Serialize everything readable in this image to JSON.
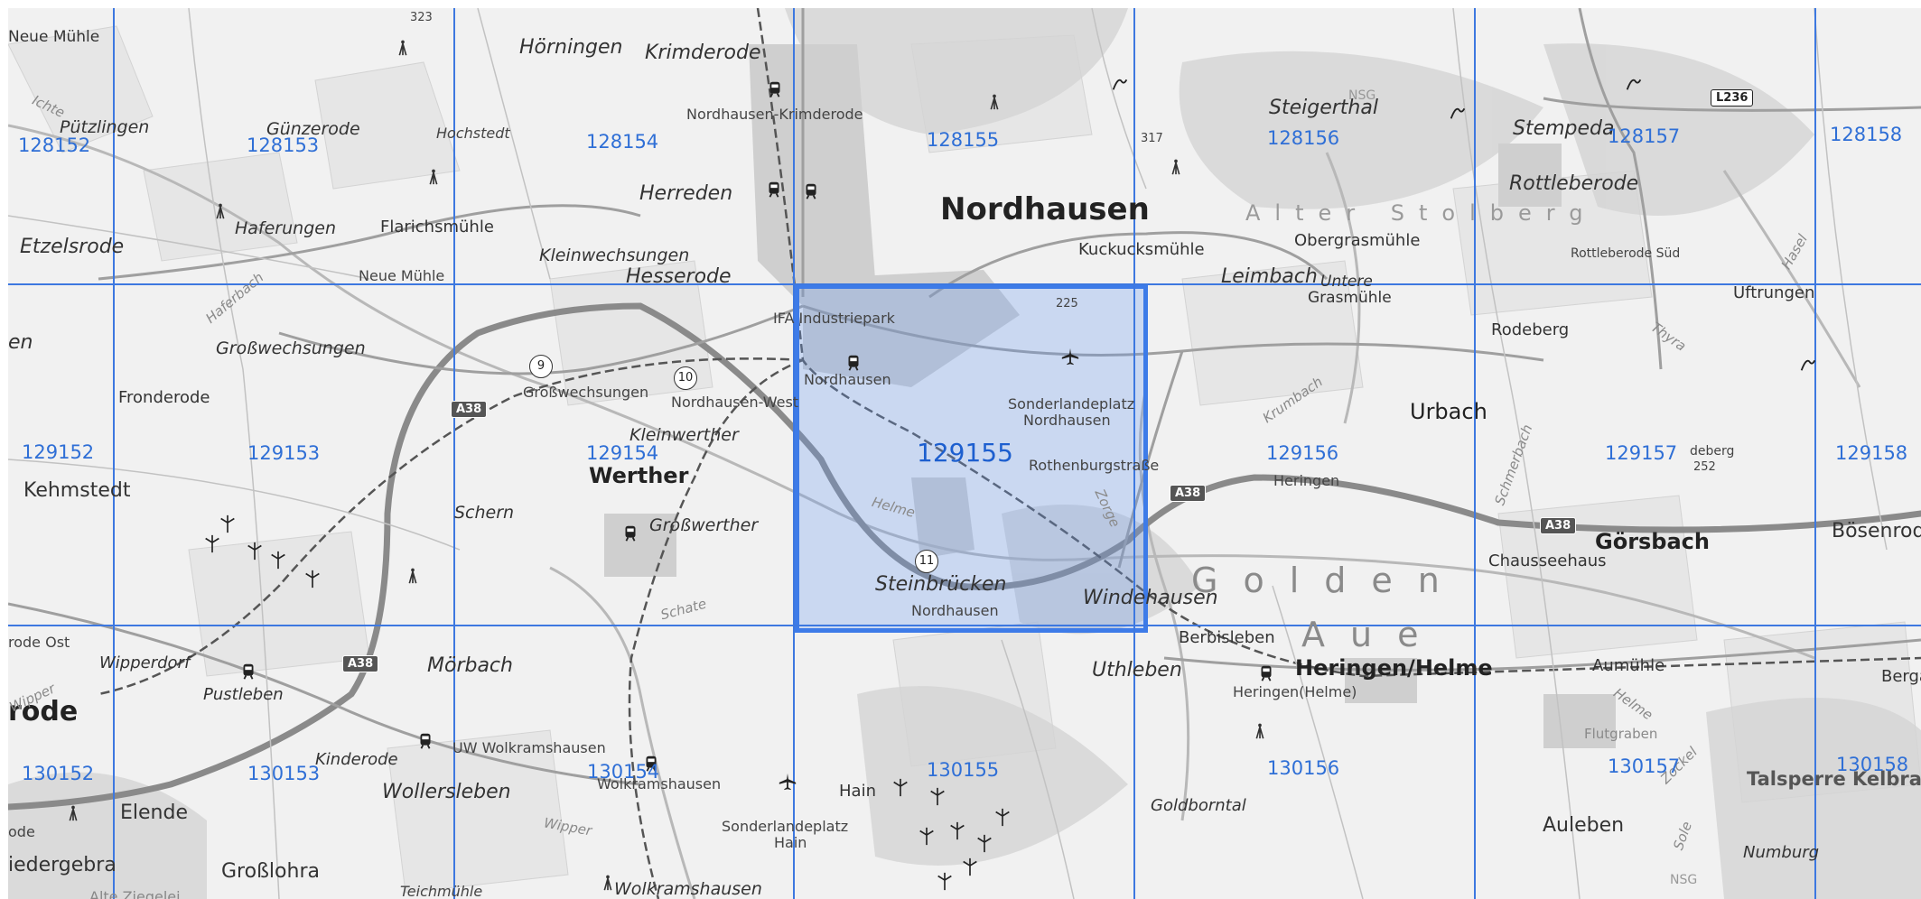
{
  "places": {
    "neue_muehle_nw": "Neue Mühle",
    "puetzlingen": "Pützlingen",
    "guenzerode": "Günzerode",
    "hochstedt": "Hochstedt",
    "hoerningen": "Hörningen",
    "krimderode": "Krimderode",
    "nordhausen_krimderode": "Nordhausen-Krimderode",
    "herreden": "Herreden",
    "nordhausen": "Nordhausen",
    "steigerthal": "Steigerthal",
    "stempeda": "Stempeda",
    "rottleberode": "Rottleberode",
    "obergrasmuehle": "Obergrasmühle",
    "kuckucksmuehle": "Kuckucksmühle",
    "etzelsrode": "Etzelsrode",
    "haferungen": "Haferungen",
    "flarichsmuehle": "Flarichsmühle",
    "kleinwechsungen": "Kleinwechsungen",
    "hesserode": "Hesserode",
    "neue_muehle": "Neue Mühle",
    "leimbach": "Leimbach",
    "untere_grasmuehle_1": "Untere",
    "untere_grasmuehle_2": "Grasmühle",
    "rottleberode_sued": "Rottleberode Süd",
    "uftrungen": "Uftrungen",
    "ifa_industriepark": "IFA Industriepark",
    "grosswechsungen_village": "Großwechsungen",
    "grosswechsungen_junction": "Großwechsungen",
    "nordhausen_west": "Nordhausen-West",
    "nordhausen_station": "Nordhausen",
    "sonderlandeplatz_1": "Sonderlandeplatz",
    "sonderlandeplatz_2": "Nordhausen",
    "rodeberg": "Rodeberg",
    "urbach": "Urbach",
    "fronderode": "Fronderode",
    "kleinwerther": "Kleinwerther",
    "werther": "Werther",
    "rothenburgstrasse": "Rothenburgstraße",
    "heringen_small": "Heringen",
    "kehmstedt": "Kehmstedt",
    "schern": "Schern",
    "grosswerther": "Großwerther",
    "goersbach": "Görsbach",
    "boesenrode": "Bösenrod",
    "chausseehaus": "Chausseehaus",
    "steinbruecken": "Steinbrücken",
    "steinbruecken_nordhausen": "Nordhausen",
    "windehausen": "Windehausen",
    "golden_aue_1": "Golden",
    "golden_aue_2": "Aue",
    "alter_stolberg": "Alter Stolberg",
    "rode_ost": "rode Ost",
    "wipperdorf": "Wipperdorf",
    "moerbach": "Mörbach",
    "berbisleben": "Berbisleben",
    "uthleben": "Uthleben",
    "heringen_helme": "Heringen/Helme",
    "heringen_helme_station": "Heringen(Helme)",
    "aumuehle": "Aumühle",
    "bergal": "Berga",
    "rode": "rode",
    "pustleben": "Pustleben",
    "kinderode": "Kinderode",
    "uw_wolkramshausen": "UW Wolkramshausen",
    "wolkramshausen_small": "Wolkramshausen",
    "wollersleben": "Wollersleben",
    "elende": "Elende",
    "flutgraben": "Flutgraben",
    "talsperre": "Talsperre Kelbra",
    "hain": "Hain",
    "sonderlandeplatz_hain_1": "Sonderlandeplatz",
    "sonderlandeplatz_hain_2": "Hain",
    "goldborntal": "Goldborntal",
    "auleben": "Auleben",
    "numburg": "Numburg",
    "niedergebra": "iedergebra",
    "grosslohra": "Großlohra",
    "teichmuehle": "Teichmühle",
    "wolkramshausen": "Wolkramshausen",
    "alte_ziegelei": "Alte Ziegelei",
    "ode": "ode",
    "en_edge": "en"
  },
  "water_labels": {
    "ichte": "Ichte",
    "helme": "Helme",
    "zorge": "Zorge",
    "schate": "Schate",
    "krumbach": "Krumbach",
    "schmerbach": "Schmerbach",
    "thyra": "Thyra",
    "hasel": "Hasel",
    "wipper": "Wipper",
    "wipper2": "Wipper",
    "helme2": "Helme",
    "haferbach": "Haferbach",
    "zockel": "Zockel",
    "sole": "Sole"
  },
  "elevations": {
    "e323": "323",
    "e225": "225",
    "e317": "317",
    "e252": "252",
    "nsg1": "NSG",
    "nsg2": "NSG",
    "deberg": "deberg"
  },
  "roads": {
    "a38_1": "A38",
    "a38_2": "A38",
    "a38_3": "A38",
    "a38_4": "A38",
    "l236": "L236",
    "r9": "9",
    "r10": "10",
    "r11": "11"
  },
  "tiles": {
    "rows": [
      [
        "128152",
        "128153",
        "128154",
        "128155",
        "128156",
        "128157",
        "128158"
      ],
      [
        "129152",
        "129153",
        "129154",
        "129155",
        "129156",
        "129157",
        "129158"
      ],
      [
        "130152",
        "130153",
        "130154",
        "130155",
        "130156",
        "130157",
        "130158"
      ]
    ],
    "selected": "129155"
  },
  "colors": {
    "grid": "#3d78e0",
    "selection_fill": "#6496f0",
    "tile_label": "#2f6fd6"
  },
  "icons": {
    "airport": "airplane-icon",
    "railway_station": "train-icon",
    "wind_turbine": "wind-turbine-icon",
    "radio_tower": "antenna-icon",
    "viewpoint": "viewpoint-icon"
  }
}
